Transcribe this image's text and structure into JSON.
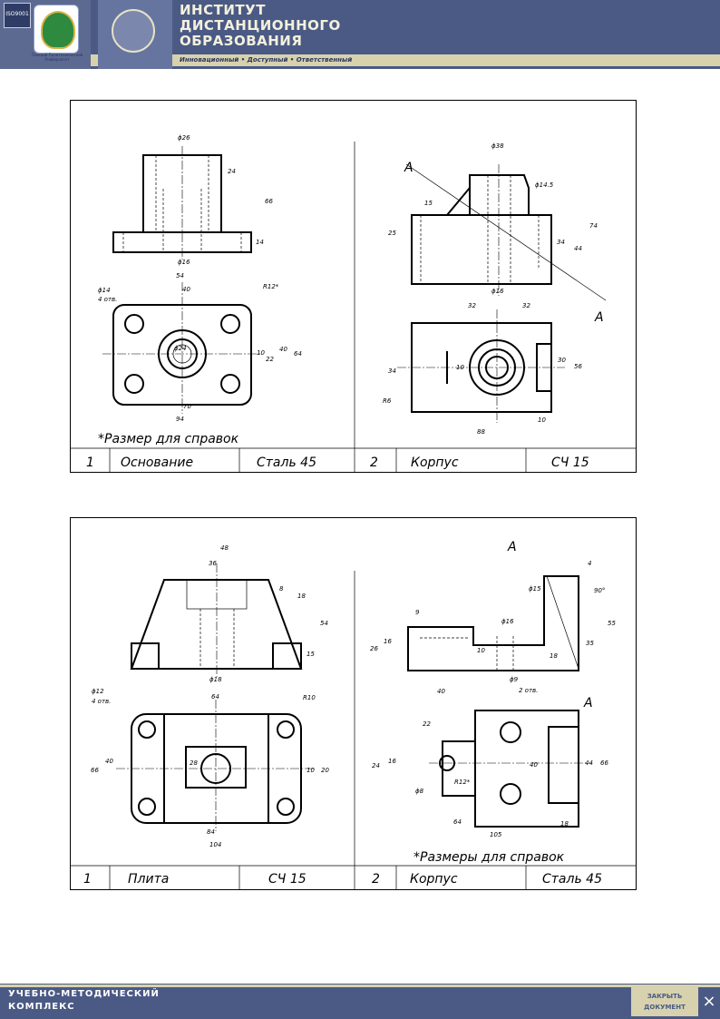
{
  "header": {
    "iso_label": "ISO9001",
    "university": "Томский Политехнический Университет",
    "title_lines": [
      "ИНСТИТУТ",
      "ДИСТАНЦИОННОГО",
      "ОБРАЗОВАНИЯ"
    ],
    "tagline": "Инновационный • Доступный • Ответственный"
  },
  "sheet1": {
    "note": "*Размер для справок",
    "parts": [
      {
        "no": "1",
        "name": "Основание",
        "material": "Сталь 45"
      },
      {
        "no": "2",
        "name": "Корпус",
        "material": "СЧ 15"
      }
    ],
    "dims_left": [
      "ϕ26",
      "24",
      "66",
      "14",
      "ϕ16",
      "54",
      "40",
      "ϕ14",
      "4 отв.",
      "R12*",
      "ϕ24",
      "10",
      "22",
      "40",
      "64",
      "70",
      "94"
    ],
    "dims_right": [
      "ϕ38",
      "ϕ14.5",
      "15",
      "25",
      "34",
      "44",
      "74",
      "ϕ16",
      "A",
      "A",
      "32",
      "32",
      "10",
      "30",
      "34",
      "56",
      "R6",
      "10",
      "88"
    ]
  },
  "sheet2": {
    "note": "*Размеры для справок",
    "parts": [
      {
        "no": "1",
        "name": "Плита",
        "material": "СЧ 15"
      },
      {
        "no": "2",
        "name": "Корпус",
        "material": "Сталь 45"
      }
    ],
    "dims_left": [
      "48",
      "36",
      "8",
      "18",
      "54",
      "15",
      "ϕ18",
      "ϕ12",
      "4 отв.",
      "R10",
      "64",
      "66",
      "40",
      "28",
      "10",
      "20",
      "84",
      "104"
    ],
    "dims_right": [
      "A",
      "4",
      "ϕ15",
      "90°",
      "9",
      "ϕ16",
      "26",
      "16",
      "10",
      "18",
      "35",
      "55",
      "ϕ9",
      "2 отв.",
      "A",
      "40",
      "22",
      "ϕ8",
      "24",
      "16",
      "R12*",
      "40",
      "44",
      "66",
      "64",
      "105",
      "18"
    ]
  },
  "footer": {
    "title_lines": [
      "УЧЕБНО-МЕТОДИЧЕСКИЙ",
      "КОМПЛЕКС"
    ],
    "close_lines": [
      "ЗАКРЫТЬ",
      "ДОКУМЕНТ"
    ],
    "close_icon": "×"
  }
}
